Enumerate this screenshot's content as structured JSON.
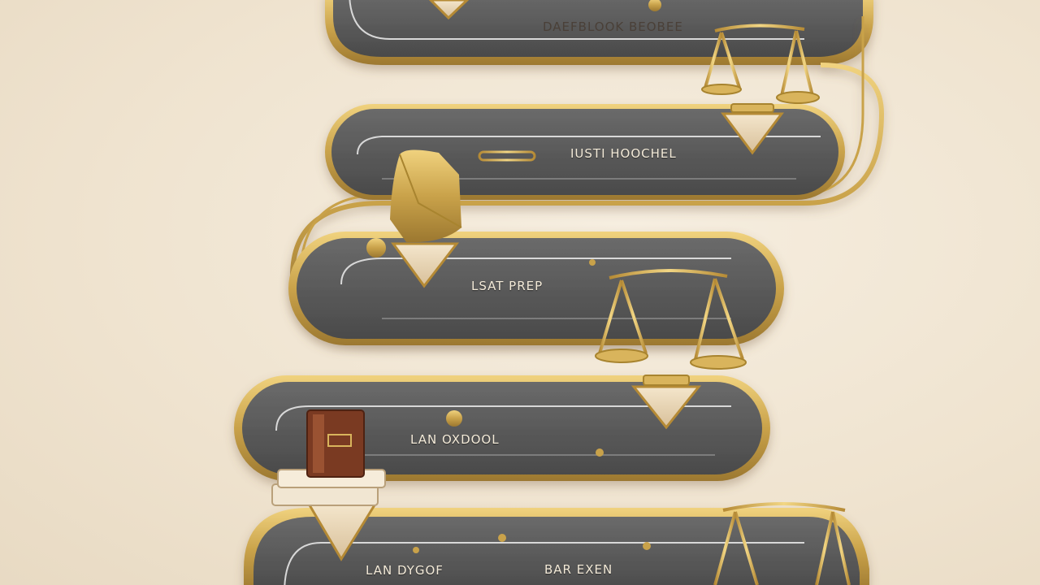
{
  "labels": {
    "top": "DAEFBLOOK BEOBEE",
    "second": "IUSTI HOOCHEL",
    "lsat": "LSAT PREP",
    "school": "LAN OXDOOL",
    "bottom_left": "LAN DYGOF",
    "bottom_right": "BAR EXEN"
  },
  "colors": {
    "background": "#efe3cf",
    "track": "#5c5c5c",
    "track_dark": "#3f3f3f",
    "gold": "#c9a24a",
    "gold_light": "#e8c872",
    "book_brown": "#7a3a22"
  }
}
